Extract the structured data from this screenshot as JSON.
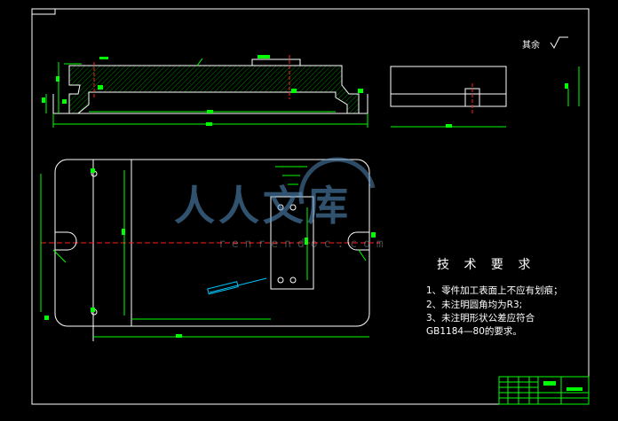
{
  "drawing": {
    "roughness_note": "其余",
    "tech_title": "技 术 要 求",
    "requirements": [
      "1、零件加工表面上不应有划痕；",
      "2、未注明圆角均为R3;",
      "3、未注明形状公差应符合",
      "GB1184—80的要求。"
    ],
    "watermark_text": "人人文库",
    "watermark_url": "renrendoc.com",
    "colors": {
      "background": "#000000",
      "outline": "#ffffff",
      "dimension": "#00ff00",
      "centerline": "#ff2020",
      "leader": "#00c8ff",
      "hatch": "#00dd00"
    }
  }
}
